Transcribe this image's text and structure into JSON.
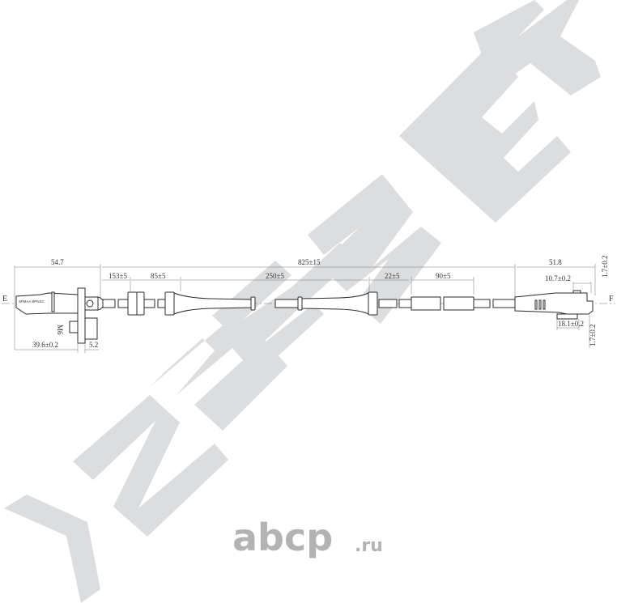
{
  "watermark": {
    "brand": "ZENWEK",
    "color": "#dcdddf"
  },
  "logo": {
    "main": "abcp",
    "suffix": ".ru",
    "color": "#b3b3b3"
  },
  "drawing": {
    "end_labels": {
      "left": "E",
      "right": "F"
    },
    "part_marking": "3PMAA-8PNSC",
    "thread_label": "M6",
    "dimensions": {
      "overall_length": "825±15",
      "left_sensor_length": "54.7",
      "right_connector_length": "51.8",
      "seg_1": "153±5",
      "seg_2": "85±5",
      "seg_3": "250±5",
      "seg_4": "22±5",
      "seg_5": "90±5",
      "sensor_tip": "39.6±0.2",
      "flange_thickness": "5.2",
      "connector_top": "10.7±0.2",
      "connector_bottom": "18.1±0.2",
      "connector_offset_top": "1.7±0.2",
      "connector_offset_bottom": "1.7±0.2"
    }
  }
}
